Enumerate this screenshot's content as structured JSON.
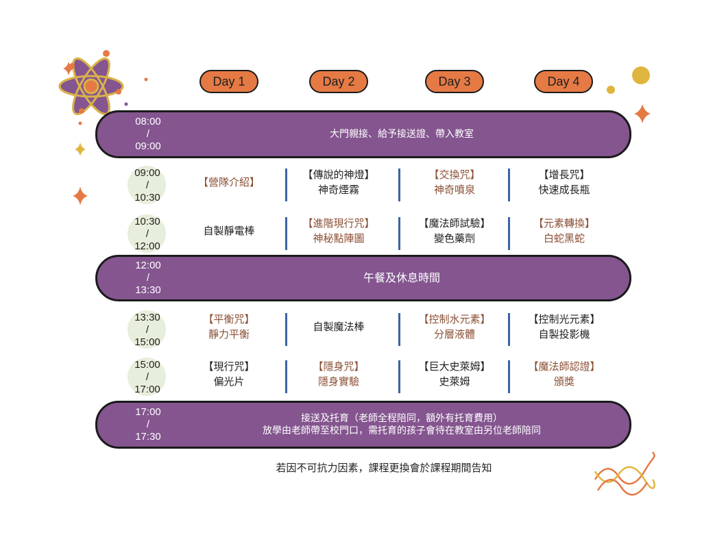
{
  "days": [
    "Day 1",
    "Day 2",
    "Day 3",
    "Day 4"
  ],
  "bands": {
    "arrival": {
      "time_start": "08:00",
      "time_sep": "/",
      "time_end": "09:00",
      "text": "大門親接、給予接送證、帶入教室"
    },
    "lunch": {
      "time_start": "12:00",
      "time_sep": "/",
      "time_end": "13:30",
      "text": "午餐及休息時間"
    },
    "dismissal": {
      "time_start": "17:00",
      "time_sep": "/",
      "time_end": "17:30",
      "line1": "接送及托育（老師全程陪同，額外有托育費用）",
      "line2": "放學由老師帶至校門口，需托育的孩子會待在教室由另位老師陪同"
    }
  },
  "sessions": [
    {
      "time_start": "09:00",
      "time_sep": "/",
      "time_end": "10:30",
      "cells": [
        {
          "line1": "【營隊介紹】",
          "line2": ""
        },
        {
          "line1": "【傳說的神燈】",
          "line2": "神奇煙霧"
        },
        {
          "line1": "【交換咒】",
          "line2": "神奇噴泉"
        },
        {
          "line1": "【增長咒】",
          "line2": "快速成長瓶"
        }
      ]
    },
    {
      "time_start": "10:30",
      "time_sep": "/",
      "time_end": "12:00",
      "cells": [
        {
          "line1": "自製靜電棒",
          "line2": ""
        },
        {
          "line1": "【進階現行咒】",
          "line2": "神秘點陣圖"
        },
        {
          "line1": "【魔法師試驗】",
          "line2": "變色藥劑"
        },
        {
          "line1": "【元素轉換】",
          "line2": "白蛇黑蛇"
        }
      ]
    },
    {
      "time_start": "13:30",
      "time_sep": "/",
      "time_end": "15:00",
      "cells": [
        {
          "line1": "【平衡咒】",
          "line2": "靜力平衡"
        },
        {
          "line1": "自製魔法棒",
          "line2": ""
        },
        {
          "line1": "【控制水元素】",
          "line2": "分層液體"
        },
        {
          "line1": "【控制光元素】",
          "line2": "自製投影機"
        }
      ]
    },
    {
      "time_start": "15:00",
      "time_sep": "/",
      "time_end": "17:00",
      "cells": [
        {
          "line1": "【現行咒】",
          "line2": "偏光片"
        },
        {
          "line1": "【隱身咒】",
          "line2": "隱身實驗"
        },
        {
          "line1": "【巨大史萊姆】",
          "line2": "史萊姆"
        },
        {
          "line1": "【魔法師認證】",
          "line2": "頒獎"
        }
      ]
    }
  ],
  "footnote": "若因不可抗力因素，課程更換會於課程期間告知",
  "colors": {
    "band_purple": "#84558f",
    "day_orange": "#e57a45",
    "divider_blue": "#3a63a3",
    "text_brown": "#8a4e33",
    "time_circle": "#e7eedb"
  },
  "icons": [
    "atom-icon",
    "sparkle-icon",
    "dna-helix-icon",
    "dot-icon"
  ]
}
